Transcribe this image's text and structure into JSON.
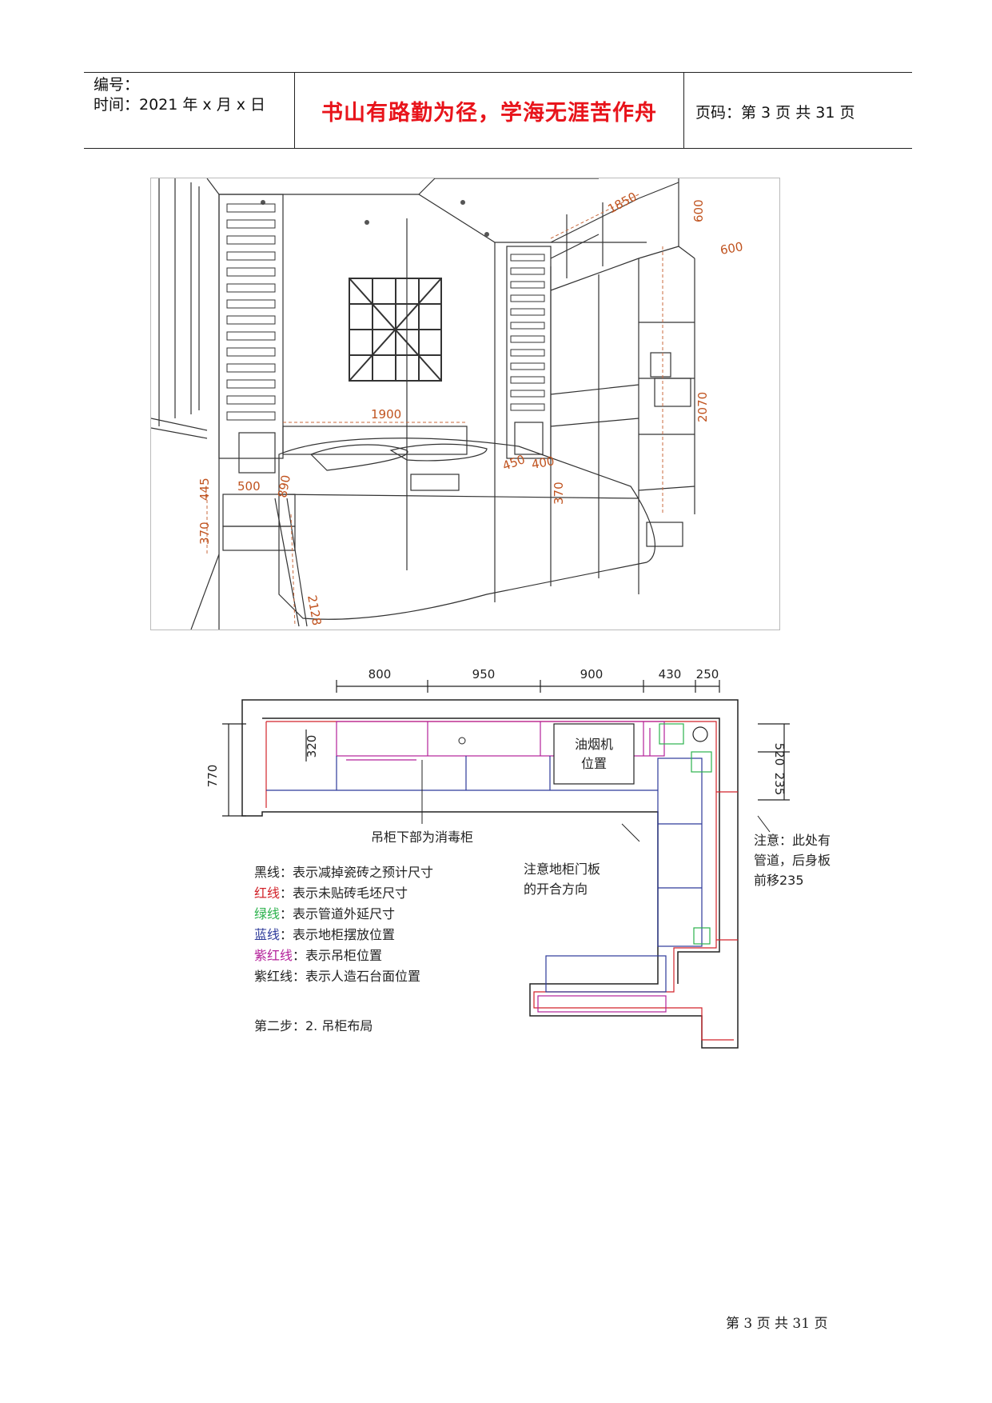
{
  "header": {
    "serial_label": "编号：",
    "time_label": "时间：2021 年 x 月 x 日",
    "motto": "书山有路勤为径，学海无涯苦作舟",
    "page_code": "页码：第 3 页  共 31 页"
  },
  "bedroom_figure": {
    "dimensions": {
      "wardrobe_top_length": "1850",
      "wardrobe_top_height": "600",
      "shelf_depth": "600",
      "shelf_height": "2070",
      "bed_width": "1900",
      "nightstand_width_left": "500",
      "nightstand_left_height": "445",
      "nightstand_left_base": "370",
      "headboard_height": "890",
      "nightstand_width_right": "400",
      "nightstand_right_depth": "450",
      "nightstand_right_height": "370",
      "bed_length": "2128"
    }
  },
  "kitchen_figure": {
    "top_dims": [
      "800",
      "950",
      "900",
      "430",
      "250"
    ],
    "left_dim": "770",
    "inner_dim": "320",
    "right_dims": [
      "520",
      "235"
    ],
    "hood_label_line1": "油烟机",
    "hood_label_line2": "位置",
    "cabinet_note": "吊柜下部为消毒柜",
    "door_note_line1": "注意地柜门板",
    "door_note_line2": "的开合方向",
    "pipe_note_line1": "注意：此处有",
    "pipe_note_line2": "管道，后身板",
    "pipe_note_line3": "前移235",
    "legend": [
      {
        "key": "黑线",
        "text": "：表示减掉瓷砖之预计尺寸",
        "color": "#222222"
      },
      {
        "key": "红线",
        "text": "：表示未贴砖毛坯尺寸",
        "color": "#d2232a"
      },
      {
        "key": "绿线",
        "text": "：表示管道外延尺寸",
        "color": "#2bb24c"
      },
      {
        "key": "蓝线",
        "text": "：表示地柜摆放位置",
        "color": "#2d3a9a"
      },
      {
        "key": "紫红线",
        "text": "：表示吊柜位置",
        "color": "#b4219a"
      },
      {
        "key": "紫红线",
        "text": "：表示人造石台面位置",
        "color": "#222222"
      }
    ],
    "step_label": "第二步：2. 吊柜布局"
  },
  "footer": {
    "page_text": "第  3  页  共  31  页"
  }
}
